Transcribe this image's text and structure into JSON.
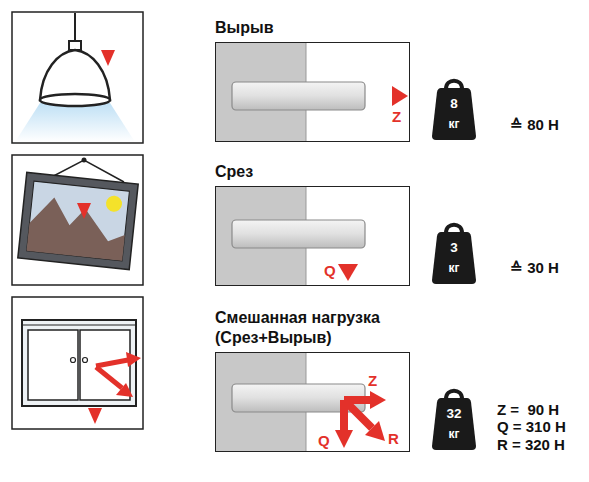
{
  "diagram": {
    "nodes": [
      {
        "text": [
          "Вырыв",
          "Z"
        ]
      },
      {
        "text": [
          "8",
          "кг"
        ]
      },
      {
        "text": [
          "Срез",
          "Q"
        ]
      },
      {
        "text": [
          "3",
          "кг"
        ]
      },
      {
        "text": [
          "Смешанная нагрузка (Срез+Вырыв)",
          "Z",
          "Q",
          "R"
        ]
      },
      {
        "text": [
          "32",
          "кг"
        ]
      }
    ],
    "labels": [
      "≙ 80 Н",
      "≙ 30 Н",
      "Z =  90 Н",
      "Q = 310 Н",
      "R = 320 Н"
    ]
  }
}
